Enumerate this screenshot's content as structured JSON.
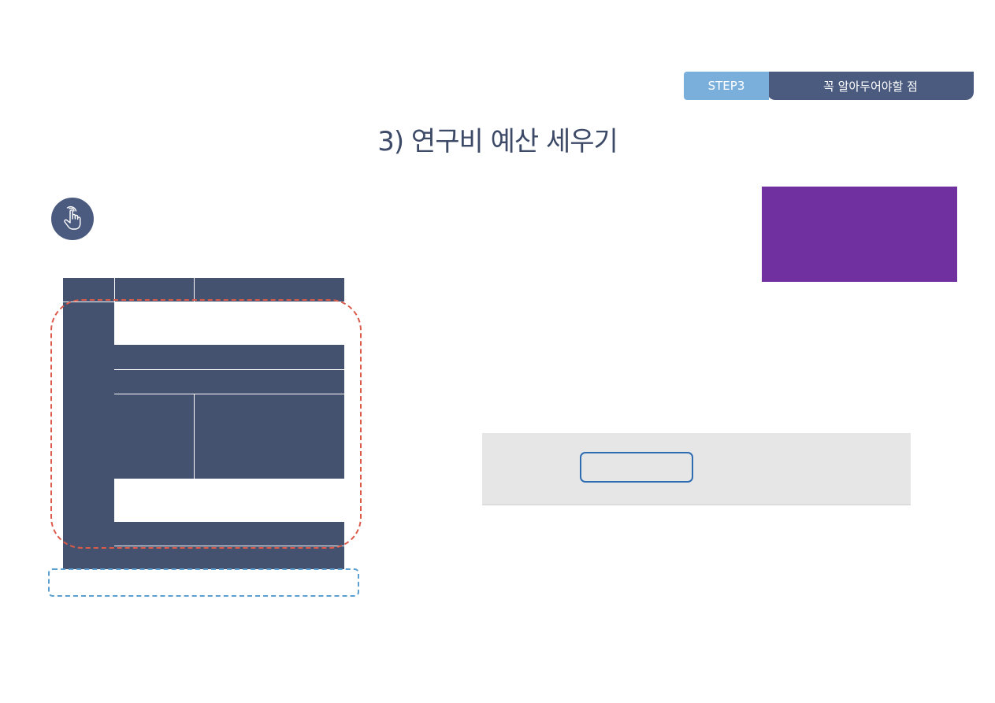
{
  "header": {
    "step_label": "STEP3",
    "step_title": "꼭 알아두어야할 점"
  },
  "page_title": "3) 연구비 예산 세우기",
  "icons": {
    "touch": "touch-hand-icon"
  },
  "colors": {
    "step_tab": "#7aafdc",
    "step_title_bg": "#4b5b7f",
    "title_text": "#3d4a67",
    "table_fill": "#44526f",
    "purple_box": "#7030a0",
    "gray_panel": "#e6e6e6",
    "dash_red": "#dc5a4a",
    "dash_blue": "#5a9fcf",
    "button_outline": "#2f6db3"
  }
}
